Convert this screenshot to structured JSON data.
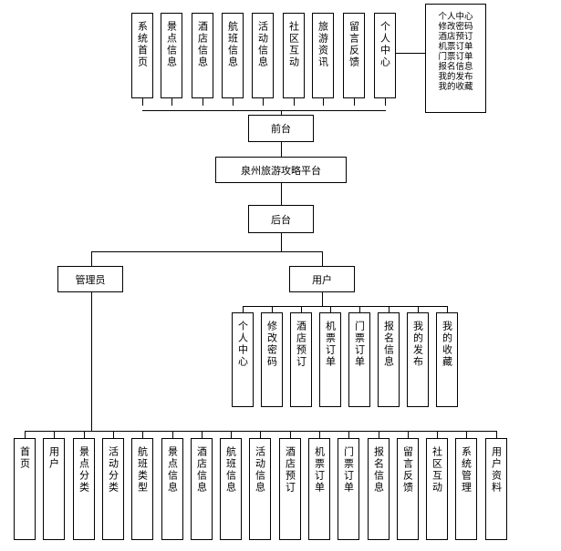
{
  "top_items": [
    "系统首页",
    "景点信息",
    "酒店信息",
    "航班信息",
    "活动信息",
    "社区互动",
    "旅游资讯",
    "留言反馈",
    "个人中心"
  ],
  "personal_center_items": [
    "个人中心",
    "修改密码",
    "酒店预订",
    "机票订单",
    "门票订单",
    "报名信息",
    "我的发布",
    "我的收藏"
  ],
  "front": "前台",
  "platform": "泉州旅游攻略平台",
  "back": "后台",
  "admin": "管理员",
  "user": "用户",
  "user_items": [
    "个人中心",
    "修改密码",
    "酒店预订",
    "机票订单",
    "门票订单",
    "报名信息",
    "我的发布",
    "我的收藏"
  ],
  "admin_items": [
    "首页",
    "用户",
    "景点分类",
    "活动分类",
    "航班类型",
    "景点信息",
    "酒店信息",
    "航班信息",
    "活动信息",
    "酒店预订",
    "机票订单",
    "门票订单",
    "报名信息",
    "留言反馈",
    "社区互动",
    "系统管理",
    "用户资料"
  ]
}
